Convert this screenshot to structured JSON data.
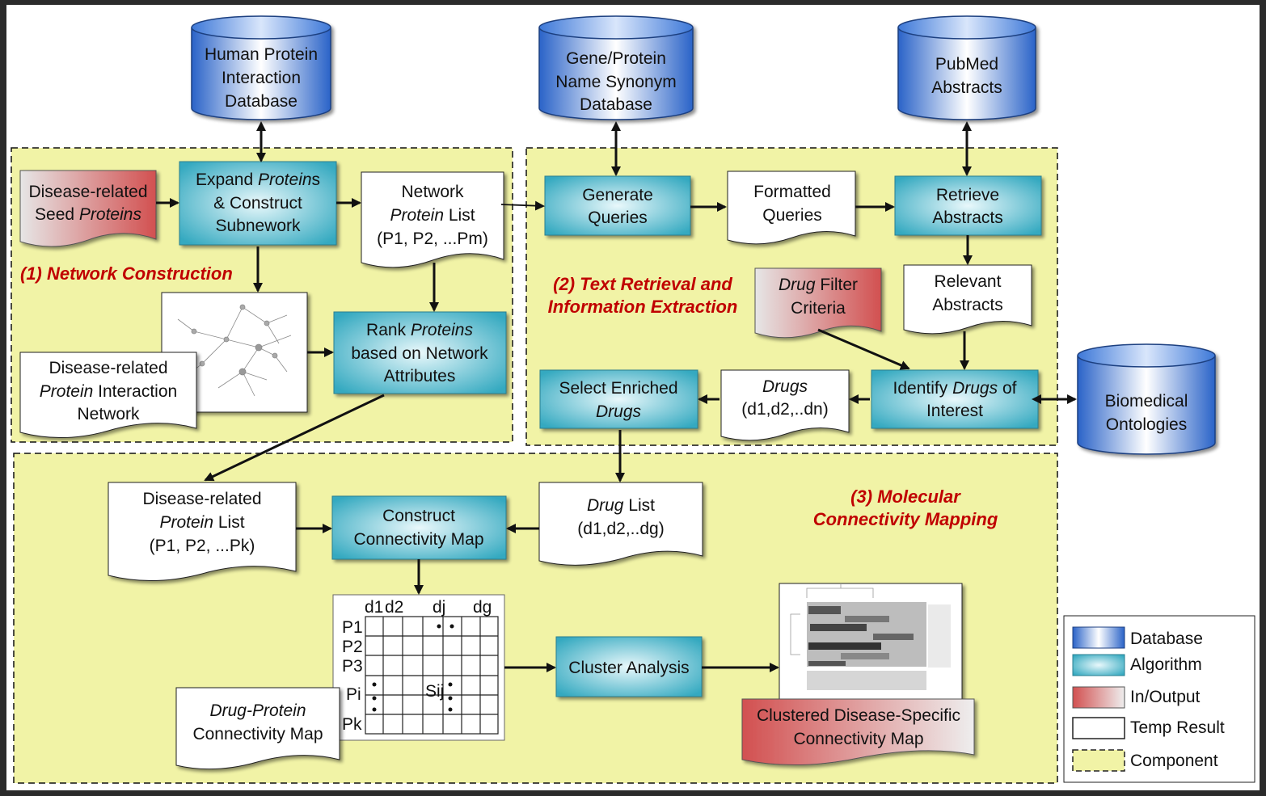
{
  "databases": {
    "hpid": [
      "Human Protein",
      "Interaction",
      "Database"
    ],
    "synonym": [
      "Gene/Protein",
      "Name Synonym",
      "Database"
    ],
    "pubmed": [
      "PubMed",
      "Abstracts"
    ],
    "ontologies": [
      "Biomedical",
      "Ontologies"
    ]
  },
  "components": {
    "c1": "(1) Network Construction",
    "c2": [
      "(2) Text Retrieval and",
      "Information Extraction"
    ],
    "c3": [
      "(3) Molecular",
      "Connectivity Mapping"
    ]
  },
  "io": {
    "seed": {
      "l1": "Disease-related",
      "l2a": "Seed ",
      "l2b": "Proteins"
    },
    "drug_filter": {
      "l1a": "Drug",
      "l1b": " Filter",
      "l2": "Criteria"
    },
    "clustered": [
      "Clustered Disease-Specific",
      "Connectivity Map"
    ]
  },
  "algorithms": {
    "expand": {
      "l1a": "Expand ",
      "l1b": "Protein",
      "l1c": "s",
      "l2": "& Construct",
      "l3": "Subnework"
    },
    "rank": {
      "l1a": "Rank ",
      "l1b": "Proteins",
      "l2": "based on Network",
      "l3": "Attributes"
    },
    "generate": [
      "Generate",
      "Queries"
    ],
    "retrieve": [
      "Retrieve",
      "Abstracts"
    ],
    "identify": {
      "l1a": "Identify ",
      "l1b": "Drugs",
      "l1c": " of",
      "l2": "Interest"
    },
    "select": {
      "l1": "Select Enriched",
      "l2": "Drugs"
    },
    "construct": [
      "Construct",
      "Connectivity Map"
    ],
    "cluster": "Cluster Analysis"
  },
  "temps": {
    "network_list": {
      "l1": "Network",
      "l2a": "Protein",
      "l2b": " List",
      "l3": "(P1, P2, ...Pm)"
    },
    "formatted": [
      "Formatted",
      "Queries"
    ],
    "relevant": [
      "Relevant",
      "Abstracts"
    ],
    "drugs": {
      "l1": "Drugs",
      "l2": "(d1,d2,..dn)"
    },
    "pin": {
      "l1": "Disease-related",
      "l2a": "Protein",
      "l2b": " Interaction",
      "l3": "Network"
    },
    "protein_list": {
      "l1": "Disease-related",
      "l2a": "Protein",
      "l2b": " List",
      "l3": "(P1, P2, ...Pk)"
    },
    "drug_list": {
      "l1a": "Drug",
      "l1b": " List",
      "l2": "(d1,d2,..dg)"
    },
    "dp_map": {
      "l1": "Drug-Protein",
      "l2": "Connectivity Map"
    }
  },
  "matrix": {
    "cols": [
      "d1",
      "d2",
      "dj",
      "dg"
    ],
    "rows": [
      "P1",
      "P2",
      "P3",
      "Pi",
      "Pk"
    ],
    "cell": "Sij"
  },
  "legend": [
    "Database",
    "Algorithm",
    "In/Output",
    "Temp Result",
    "Component"
  ],
  "colors": {
    "database": "#2f6fd0",
    "algorithm": "#3fb3c7",
    "io": "#d65555",
    "component_fill": "#f1f3a6",
    "temp": "#ffffff"
  }
}
